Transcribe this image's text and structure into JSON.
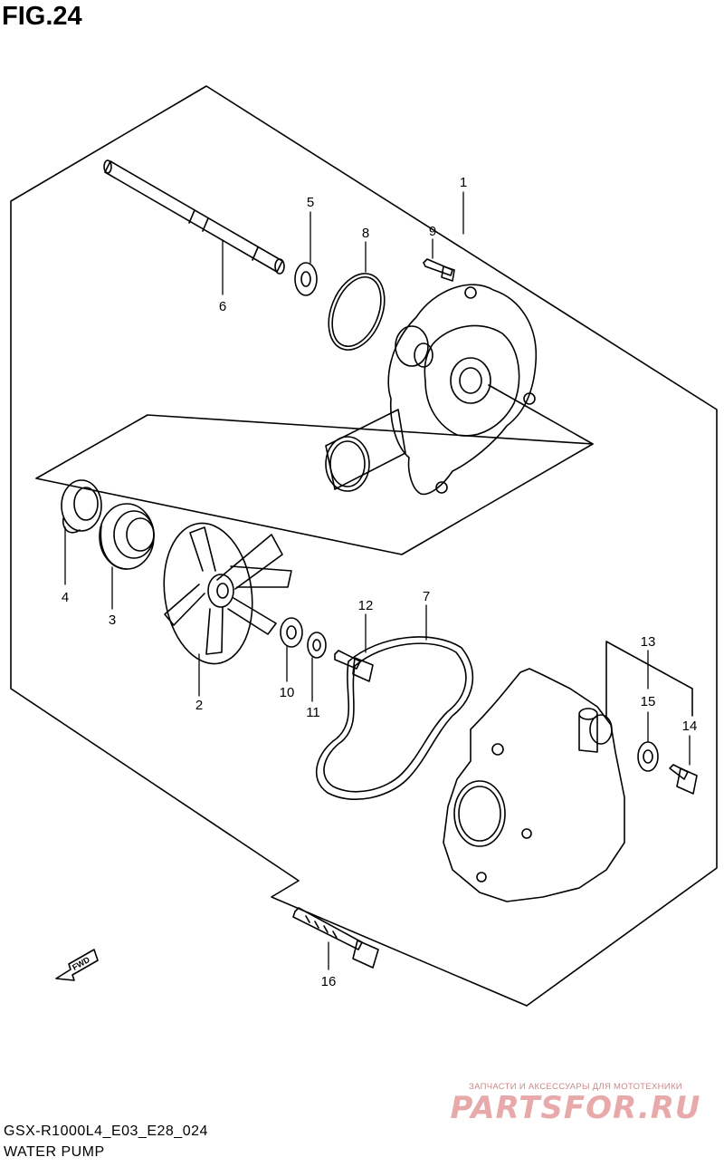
{
  "figure": {
    "title": "FIG.24"
  },
  "callouts": [
    {
      "id": "c1",
      "label": "1"
    },
    {
      "id": "c2",
      "label": "2"
    },
    {
      "id": "c3",
      "label": "3"
    },
    {
      "id": "c4",
      "label": "4"
    },
    {
      "id": "c5",
      "label": "5"
    },
    {
      "id": "c6",
      "label": "6"
    },
    {
      "id": "c7",
      "label": "7"
    },
    {
      "id": "c8",
      "label": "8"
    },
    {
      "id": "c9",
      "label": "9"
    },
    {
      "id": "c10",
      "label": "10"
    },
    {
      "id": "c11",
      "label": "11"
    },
    {
      "id": "c12",
      "label": "12"
    },
    {
      "id": "c13",
      "label": "13"
    },
    {
      "id": "c14",
      "label": "14"
    },
    {
      "id": "c15",
      "label": "15"
    },
    {
      "id": "c16",
      "label": "16"
    }
  ],
  "direction_marker": {
    "label": "FWD"
  },
  "footer": {
    "model_code": "GSX-R1000L4_E03_E28_024",
    "section_name": "WATER PUMP"
  },
  "watermark": {
    "tagline": "ЗАПЧАСТИ И АКСЕССУАРЫ ДЛЯ МОТОТЕХНИКИ",
    "logo_text": "PARTSFOR.RU"
  },
  "colors": {
    "line": "#000000",
    "watermark": "#e7a9a9"
  }
}
